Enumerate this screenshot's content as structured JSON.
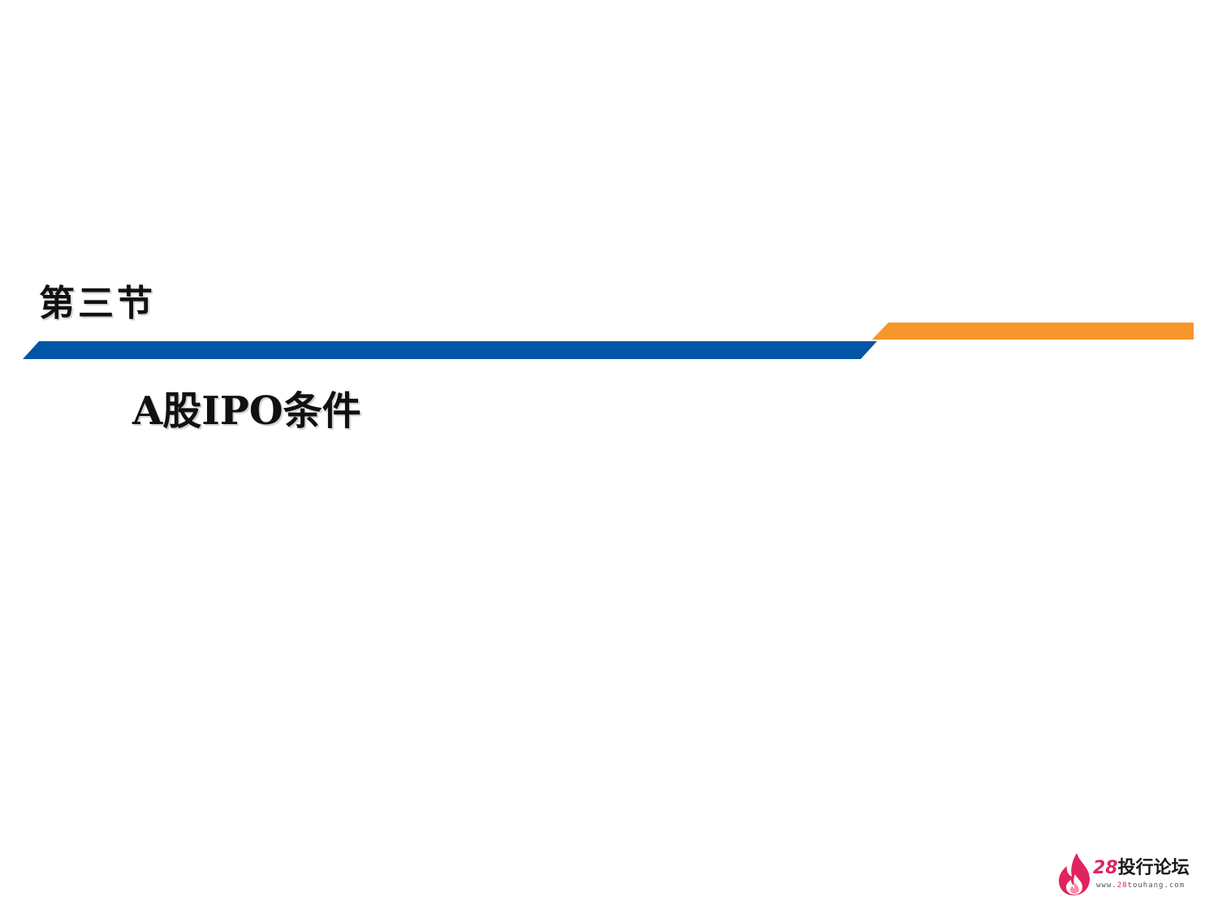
{
  "slide": {
    "section_label": "第三节",
    "section_title": "A股IPO条件"
  },
  "colors": {
    "primary_bar": "#0055a5",
    "accent_bar": "#f7962a",
    "logo_flame": "#e0245e"
  },
  "footer": {
    "logo": {
      "brand_number": "28",
      "brand_name": "投行论坛",
      "url_prefix": "www.",
      "url_number": "28",
      "url_suffix": "touhang.com"
    }
  }
}
